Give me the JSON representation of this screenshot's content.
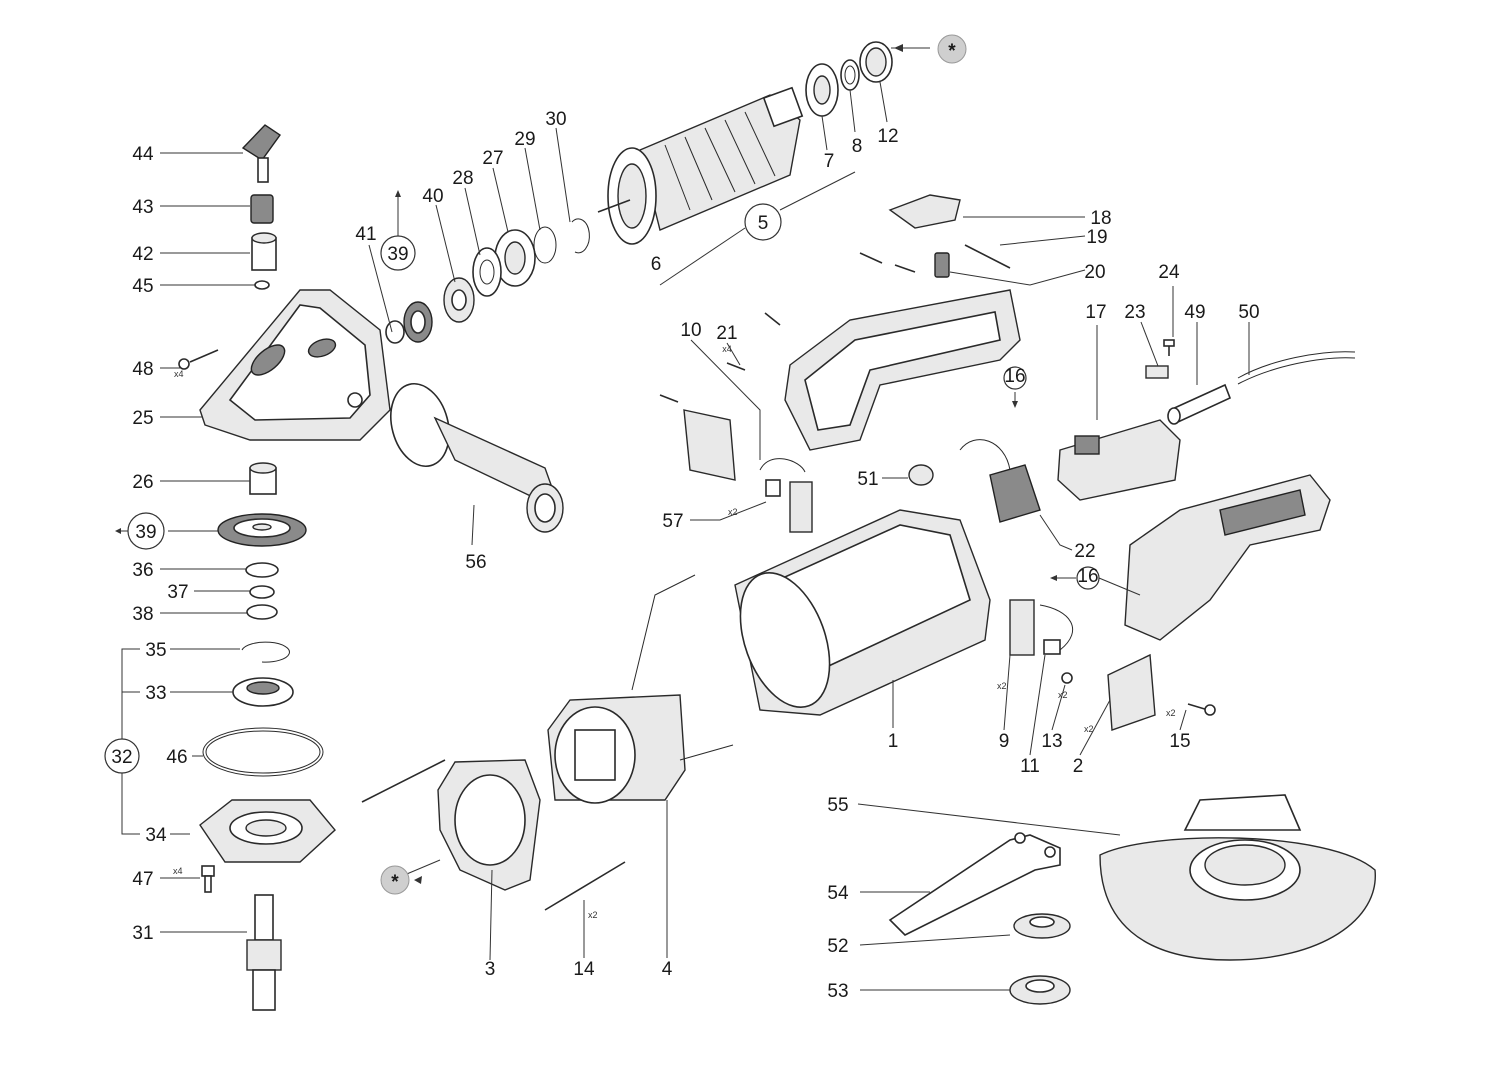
{
  "diagram": {
    "part_labels": [
      "1",
      "2",
      "3",
      "4",
      "5",
      "6",
      "7",
      "8",
      "9",
      "10",
      "11",
      "12",
      "13",
      "14",
      "15",
      "16",
      "17",
      "18",
      "19",
      "20",
      "21",
      "22",
      "23",
      "24",
      "25",
      "26",
      "27",
      "28",
      "29",
      "30",
      "31",
      "32",
      "33",
      "34",
      "35",
      "36",
      "37",
      "38",
      "39",
      "40",
      "41",
      "42",
      "43",
      "44",
      "45",
      "46",
      "47",
      "48",
      "49",
      "50",
      "51",
      "52",
      "53",
      "54",
      "55",
      "56",
      "57"
    ],
    "callouts": {
      "p1": "1",
      "p2": "2",
      "p3": "3",
      "p4": "4",
      "p5": "5",
      "p6": "6",
      "p7": "7",
      "p8": "8",
      "p9": "9",
      "p10": "10",
      "p11": "11",
      "p12": "12",
      "p13": "13",
      "p14": "14",
      "p15": "15",
      "p16a": "16",
      "p16b": "16",
      "p17": "17",
      "p18": "18",
      "p19": "19",
      "p20": "20",
      "p21": "21",
      "p22": "22",
      "p23": "23",
      "p24": "24",
      "p25": "25",
      "p26": "26",
      "p27": "27",
      "p28": "28",
      "p29": "29",
      "p30": "30",
      "p31": "31",
      "p32": "32",
      "p33": "33",
      "p34": "34",
      "p35": "35",
      "p36": "36",
      "p37": "37",
      "p38": "38",
      "p39a": "39",
      "p39b": "39",
      "p40": "40",
      "p41": "41",
      "p42": "42",
      "p43": "43",
      "p44": "44",
      "p45": "45",
      "p46": "46",
      "p47": "47",
      "p48": "48",
      "p49": "49",
      "p50": "50",
      "p51": "51",
      "p52": "52",
      "p53": "53",
      "p54": "54",
      "p55": "55",
      "p56": "56",
      "p57": "57"
    },
    "quantities": {
      "q48": "x4",
      "q21": "x4",
      "q57": "x2",
      "q9": "x2",
      "q13": "x2",
      "q2": "x2",
      "q15": "x2",
      "q14": "x2",
      "q47": "x4"
    },
    "star_symbol": "*"
  }
}
